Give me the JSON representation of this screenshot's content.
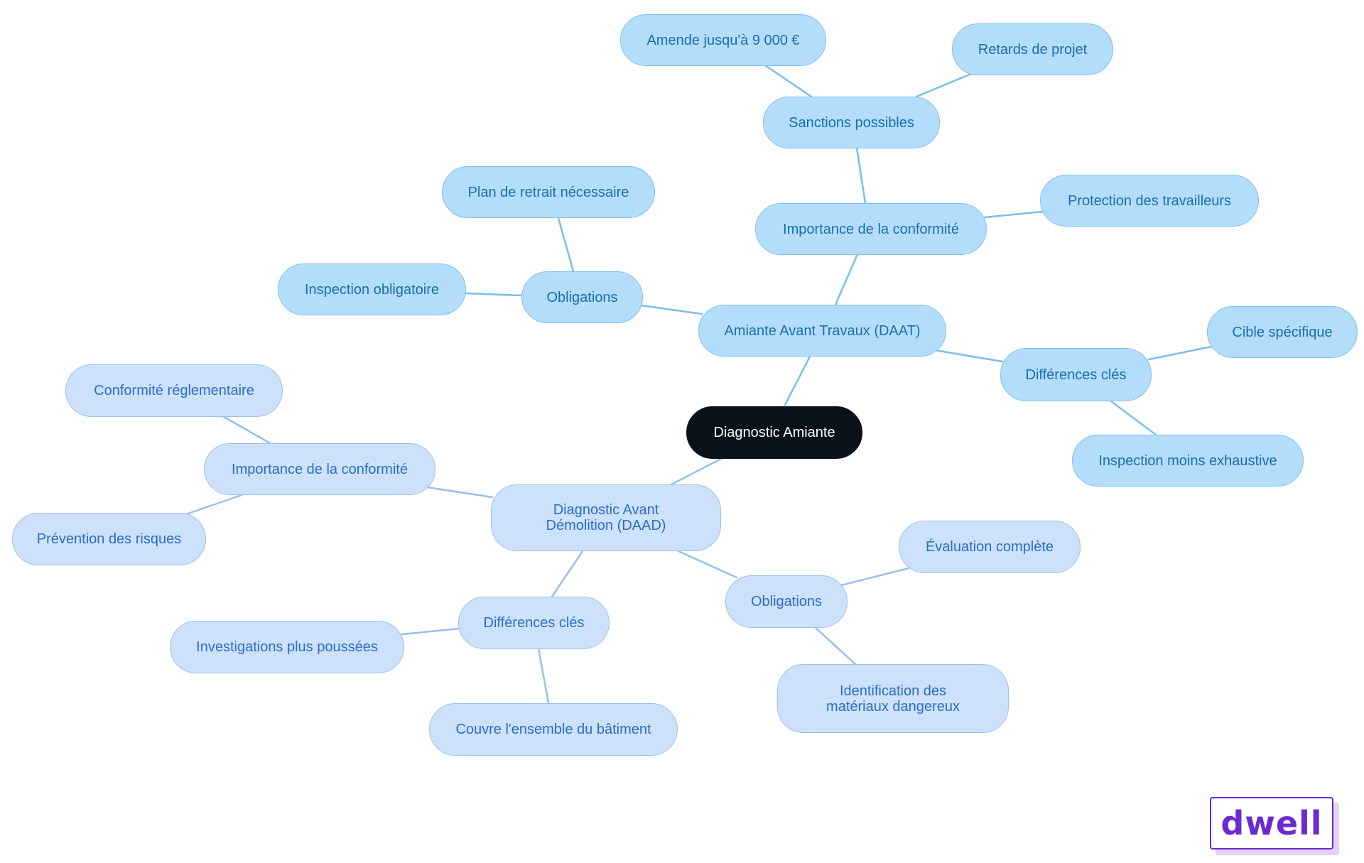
{
  "colors": {
    "root_fill": "#0b111b",
    "daat_fill": "#b3ddfb",
    "daat_edge": "#78bfeb",
    "daad_fill": "#cde1fa",
    "daad_edge": "#96bfee",
    "logo": "#6a2bd0"
  },
  "mindmap": {
    "root": "Diagnostic Amiante",
    "daat": {
      "label": "Amiante Avant Travaux (DAAT)",
      "importance": {
        "label": "Importance de la conformité",
        "sanctions": {
          "label": "Sanctions possibles",
          "amende": "Amende jusqu'à 9 000 €",
          "retards": "Retards de projet"
        },
        "protection": "Protection des travailleurs"
      },
      "obligations": {
        "label": "Obligations",
        "plan": "Plan de retrait nécessaire",
        "inspection": "Inspection obligatoire"
      },
      "differences": {
        "label": "Différences clés",
        "cible": "Cible spécifique",
        "inspection": "Inspection moins exhaustive"
      }
    },
    "daad": {
      "label": "Diagnostic Avant Démolition (DAAD)",
      "importance": {
        "label": "Importance de la conformité",
        "conformite": "Conformité réglementaire",
        "prevention": "Prévention des risques"
      },
      "differences": {
        "label": "Différences clés",
        "investigations": "Investigations plus poussées",
        "couvre": "Couvre l'ensemble du bâtiment"
      },
      "obligations": {
        "label": "Obligations",
        "evaluation": "Évaluation complète",
        "identification": "Identification des matériaux dangereux"
      }
    }
  },
  "logo": {
    "text": "dwell"
  }
}
